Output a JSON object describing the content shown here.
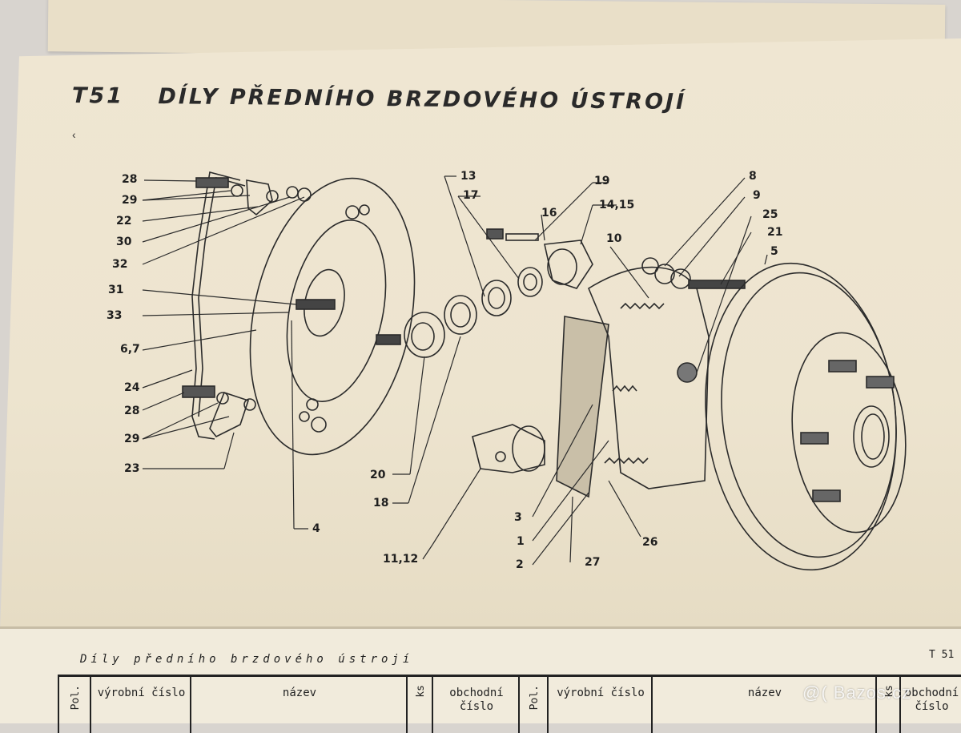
{
  "page": {
    "heading_code": "T51",
    "heading_title": "DÍLY PŘEDNÍHO BRZDOVÉHO ÚSTROJÍ",
    "tick_mark": "‹"
  },
  "callouts": {
    "c28a": "28",
    "c29a": "29",
    "c22": "22",
    "c30": "30",
    "c32": "32",
    "c31": "31",
    "c33": "33",
    "c67": "6,7",
    "c24": "24",
    "c28b": "28",
    "c29b": "29",
    "c23": "23",
    "c4": "4",
    "c13": "13",
    "c17": "17",
    "c16": "16",
    "c19": "19",
    "c1415": "14,15",
    "c10": "10",
    "c8": "8",
    "c9": "9",
    "c25": "25",
    "c21": "21",
    "c5": "5",
    "c20": "20",
    "c18": "18",
    "c1112": "11,12",
    "c3": "3",
    "c1": "1",
    "c2": "2",
    "c27": "27",
    "c26": "26"
  },
  "bottom_page": {
    "title": "Díly předního brzdového ústrojí",
    "code": "T 51",
    "table_headers": [
      "Pol.",
      "výrobní číslo",
      "název",
      "ks",
      "obchodní číslo",
      "Pol.",
      "výrobní číslo",
      "název",
      "ks",
      "obchodní číslo"
    ]
  },
  "watermark": "@( Bazos.cz",
  "colors": {
    "paper": "#efe6d2",
    "ink": "#1f1f1f",
    "background": "#d8d4cf"
  }
}
